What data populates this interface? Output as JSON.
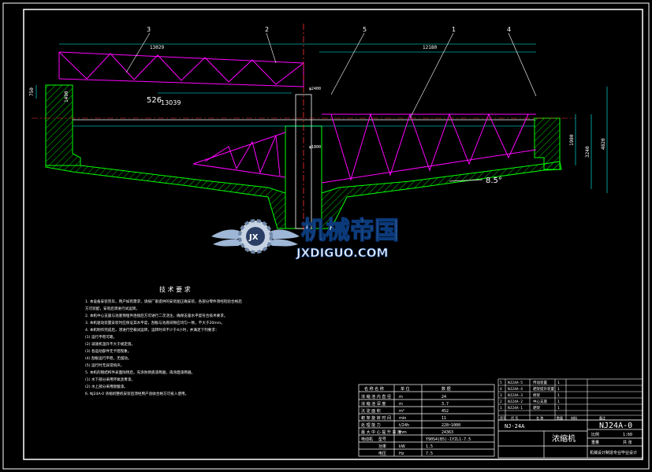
{
  "drawing": {
    "part_numbers": [
      "3",
      "2",
      "5",
      "1",
      "4"
    ],
    "dims": {
      "top_left": "13029",
      "top_right": "12180",
      "span_big": "526",
      "span_sub": "13039",
      "left_height": "1490",
      "right_height_a": "1980",
      "right_height_b": "3240",
      "right_height_c": "4820",
      "center_dim": "φ1800",
      "center_top": "φ2400",
      "left_small": "750",
      "slope": "8.5°"
    },
    "colors": {
      "structure": "#ff00ff",
      "concrete": "#00ff00",
      "lines": "#ffffff",
      "dims": "#00ffff",
      "axis": "#ff3333"
    }
  },
  "watermark": {
    "logo_initials": "JX",
    "title_cn": "机械帝国",
    "url": "JXDIGUO.COM"
  },
  "notes": {
    "title": "技 术 要 求",
    "lines": [
      "1. 本设备安装完毕，用户如有需求，请按厂家提供的安装图正确安装，各部分零件须经检验合格后",
      "   方可装配，安装后须进行试运转。",
      "2. 本机中心支座与池底预埋件连接后方可进行二次浇注，确保支座水平度符合技术要求。",
      "3. 本机驱动装置安装时应保证其水平度，刮板与池底间隙应均匀一致，不大于20mm。",
      "4. 本机制作完成后，须进行空载试运转，运转时间不少于4小时，并满足下列要求：",
      "(1) 运行平稳可靠。",
      "(2) 减速机温升不大于规定值。",
      "(3) 各运动部件无卡阻现象。",
      "(4) 刮板运行平稳，无摆动。",
      "(5) 运行时无异常响声。",
      "5. 本机的钢结构件表面除锈后，先涂防锈底漆两遍，再涂面漆两遍。",
      "(1) 水下部分采用环氧沥青漆。",
      "(2) 水上部分采用醇酸漆。",
      "6. NJ24A-0 浓缩机整机安装后须经用户验收合格方可投入使用。"
    ]
  },
  "param_table": {
    "headers": [
      "名 称 名 称",
      "单 位",
      "数 据"
    ],
    "rows": [
      [
        "浓 缩 池 内 直 径",
        "m",
        "24"
      ],
      [
        "浓 缩 池 深 度",
        "m",
        "3.7"
      ],
      [
        "沉 淀 面 积",
        "m²",
        "452"
      ],
      [
        "耙 架 旋 转 时 间",
        "min",
        "11"
      ],
      [
        "处 理 能 力",
        "t/24h",
        "228~1000"
      ],
      [
        "最 大 中 心 提 升 高 度",
        "mm",
        "24363"
      ]
    ],
    "motor_rows": [
      [
        "电动机",
        "型号",
        "Y90S4(B5)-1YZL1-7.5"
      ],
      [
        "",
        "功率",
        "1.5"
      ],
      [
        "",
        "电压",
        "7.5"
      ]
    ],
    "motor_units": [
      "",
      "kW",
      "Hz"
    ]
  },
  "parts_list": {
    "rows": [
      [
        "5",
        "NJ24A-5",
        "传动装置",
        "1"
      ],
      [
        "4",
        "NJ24A-4",
        "耙架提升装置",
        "1"
      ],
      [
        "3",
        "NJ24A-3",
        "桥架",
        "1"
      ],
      [
        "2",
        "NJ24A-2",
        "中心支座",
        "1"
      ],
      [
        "1",
        "NJ24A-1",
        "耙架",
        "1"
      ]
    ],
    "header": [
      "序号",
      "代 号",
      "名 称",
      "数量",
      "材料",
      "备注"
    ]
  },
  "title_block": {
    "drawing_number": "NJ24A-0",
    "drawing_number_small": "NJ-24A",
    "name": "浓缩机",
    "scale_label": "比例",
    "scale": "1:60",
    "weight_label": "重量",
    "sheet_label": "共 张",
    "company": "机械设计制造专业毕业设计"
  }
}
